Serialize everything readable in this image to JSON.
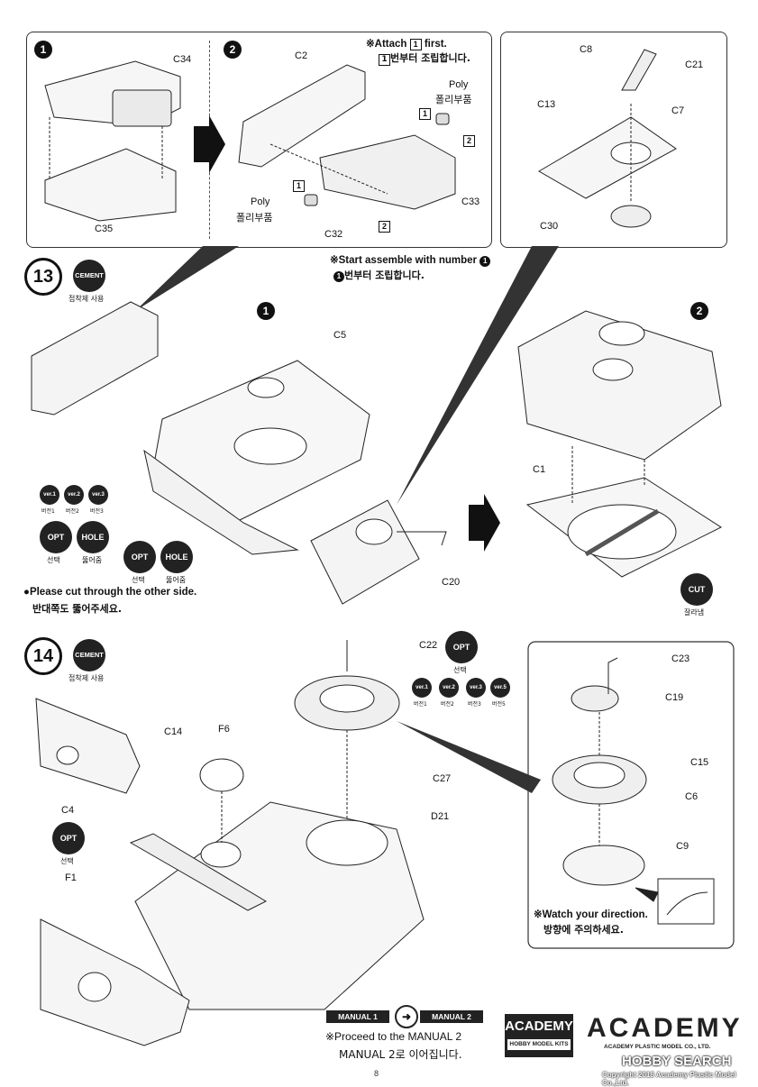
{
  "colors": {
    "ink": "#111111",
    "badge": "#222222",
    "panel_border": "#333333"
  },
  "step13": {
    "number": "13",
    "cement_badge": "CEMENT",
    "cement_caption": "접착제 사용",
    "sub1_num": "1",
    "sub2_num": "2",
    "part_labels": {
      "c34": "C34",
      "c35": "C35",
      "c2": "C2",
      "c32": "C32",
      "c33": "C33",
      "c8": "C8",
      "c21": "C21",
      "c7": "C7",
      "c13": "C13",
      "c30": "C30",
      "c5": "C5",
      "c20": "C20",
      "c1": "C1"
    },
    "poly_en": "Poly",
    "poly_ko": "폴리부품",
    "attach_note_en": "※Attach",
    "attach_note_en2": "first.",
    "attach_note_ko": "번부터 조립합니다.",
    "attach_box": "1",
    "box1": "1",
    "box2": "2",
    "start_note_en": "※Start assemble with number",
    "start_note_ko": "번부터 조립합니다.",
    "start_num": "1",
    "main1_num": "1",
    "main2_num": "2",
    "versions": [
      {
        "badge": "ver.1",
        "caption": "버전1"
      },
      {
        "badge": "ver.2",
        "caption": "버전2"
      },
      {
        "badge": "ver.3",
        "caption": "버전3"
      }
    ],
    "opt_badge": "OPT",
    "opt_caption": "선택",
    "hole_badge": "HOLE",
    "hole_caption": "뚫어줌",
    "cut_note_en": "●Please cut through the other side.",
    "cut_note_ko": "반대쪽도 뚫어주세요.",
    "cut_badge": "CUT",
    "cut_caption": "잘라냄"
  },
  "step14": {
    "number": "14",
    "cement_badge": "CEMENT",
    "cement_caption": "접착제 사용",
    "part_labels": {
      "c22": "C22",
      "f6": "F6",
      "c14": "C14",
      "c4": "C4",
      "f1": "F1",
      "c27": "C27",
      "d21": "D21",
      "c23": "C23",
      "c19": "C19",
      "c15": "C15",
      "c6": "C6",
      "c9": "C9"
    },
    "opt_badge": "OPT",
    "opt_caption": "선택",
    "versions": [
      {
        "badge": "ver.1",
        "caption": "버전1"
      },
      {
        "badge": "ver.2",
        "caption": "버전2"
      },
      {
        "badge": "ver.3",
        "caption": "버전3"
      },
      {
        "badge": "ver.5",
        "caption": "버전5"
      }
    ],
    "watch_note_en": "※Watch your direction.",
    "watch_note_ko": "방향에 주의하세요."
  },
  "footer": {
    "manual1": "MANUAL 1",
    "manual2": "MANUAL 2",
    "proceed_en": "※Proceed to the MANUAL 2",
    "proceed_ko": "MANUAL 2로 이어집니다.",
    "academy_small": "ACADEMY",
    "hobby_kits": "HOBBY MODEL KITS",
    "academy_big": "ACADEMY",
    "academy_sub": "ACADEMY PLASTIC MODEL CO., LTD.",
    "page_number": "8",
    "watermark": "HOBBY SEARCH",
    "copyright": "Copyright 2018 Academy Plastic Model Co.,Ltd."
  }
}
